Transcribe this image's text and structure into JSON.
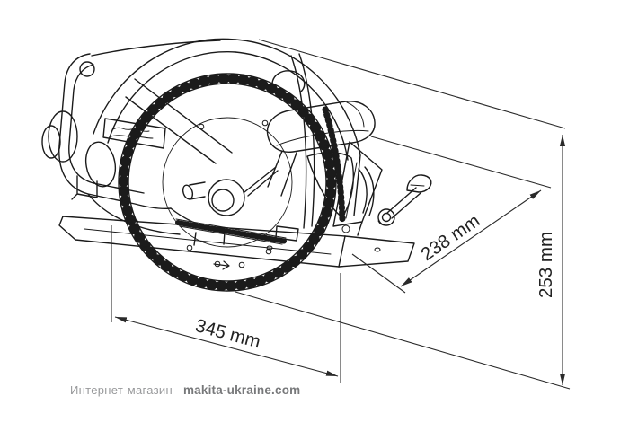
{
  "page": {
    "background": "#ffffff"
  },
  "diagram": {
    "type": "technical-line-drawing",
    "subject": "circular saw side view with overall dimensions",
    "line_color": "#1b1b1b",
    "dimension_line_color": "#2a2a2a",
    "dims": {
      "length": "345 mm",
      "width": "238 mm",
      "height": "253 mm"
    }
  },
  "footer": {
    "store_label": "Интернет-магазин",
    "site_name": "makita-ukraine.com",
    "store_color": "#98999b",
    "site_color": "#77787a"
  }
}
